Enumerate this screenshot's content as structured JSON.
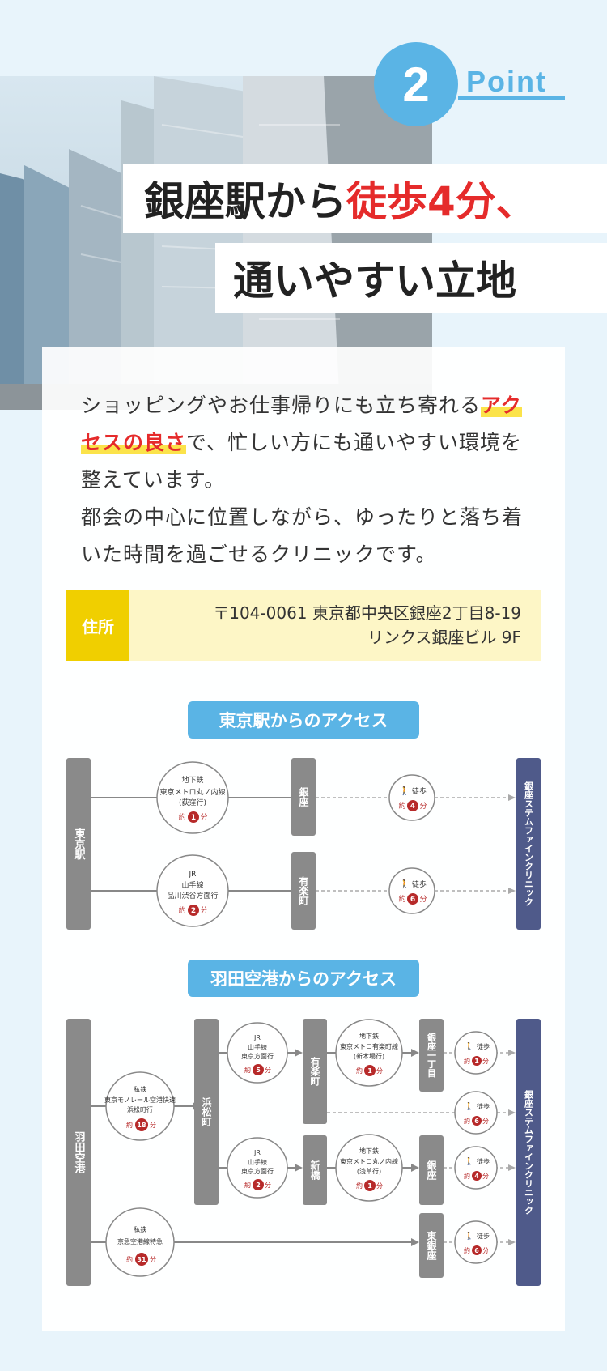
{
  "point": {
    "number": "2",
    "label": "Point"
  },
  "title": {
    "line1_a": "銀座駅から",
    "line1_b": "徒歩4分、",
    "line2": "通いやすい立地"
  },
  "intro": {
    "p1_a": "ショッピングやお仕事帰りにも立ち寄れる",
    "p1_hl": "アクセスの良さ",
    "p1_b": "で、忙しい方にも通いやすい環境を整えています。",
    "p2": "都会の中心に位置しながら、ゆったりと落ち着いた時間を過ごせるクリニックです。"
  },
  "address": {
    "label": "住所",
    "line1": "〒104-0061 東京都中央区銀座2丁目8-19",
    "line2": "リンクス銀座ビル 9F"
  },
  "tokyo": {
    "tag": "東京駅からのアクセス",
    "origin": "東京駅",
    "dest": "銀座ステムファインクリニック",
    "route1": {
      "type": "地下鉄",
      "line": "東京メトロ丸ノ内線",
      "dir": "(荻窪行)",
      "pre": "約",
      "min": "1",
      "post": "分",
      "station": "銀座",
      "walk": "徒歩",
      "walk_min": "4"
    },
    "route2": {
      "type": "JR",
      "line": "山手線",
      "dir": "品川渋谷方面行",
      "pre": "約",
      "min": "2",
      "post": "分",
      "station": "有楽町",
      "walk": "徒歩",
      "walk_min": "6"
    }
  },
  "haneda": {
    "tag": "羽田空港からのアクセス",
    "origin": "羽田空港",
    "dest": "銀座ステムファインクリニック",
    "mono": {
      "type": "私鉄",
      "line": "東京モノレール空港快速",
      "dir": "浜松町行",
      "min": "18"
    },
    "hamamatsucho": "浜松町",
    "jr1": {
      "type": "JR",
      "line": "山手線",
      "dir": "東京方面行",
      "min": "5"
    },
    "yurakucho": "有楽町",
    "yurakucho_line": {
      "type": "地下鉄",
      "line": "東京メトロ有楽町線",
      "dir": "(新木場行)",
      "min": "1"
    },
    "ginza1": "銀座一丁目",
    "jr2": {
      "type": "JR",
      "line": "山手線",
      "dir": "東京方面行",
      "min": "2"
    },
    "shinbashi": "新橋",
    "marunouchi": {
      "type": "地下鉄",
      "line": "東京メトロ丸ノ内線",
      "dir": "(浅草行)",
      "min": "1"
    },
    "ginza": "銀座",
    "keikyu": {
      "type": "私鉄",
      "line": "京急空港線特急",
      "min": "31"
    },
    "higashiginza": "東銀座",
    "walk": "徒歩",
    "pre": "約",
    "post": "分",
    "walks": [
      "1",
      "6",
      "4",
      "6"
    ]
  }
}
